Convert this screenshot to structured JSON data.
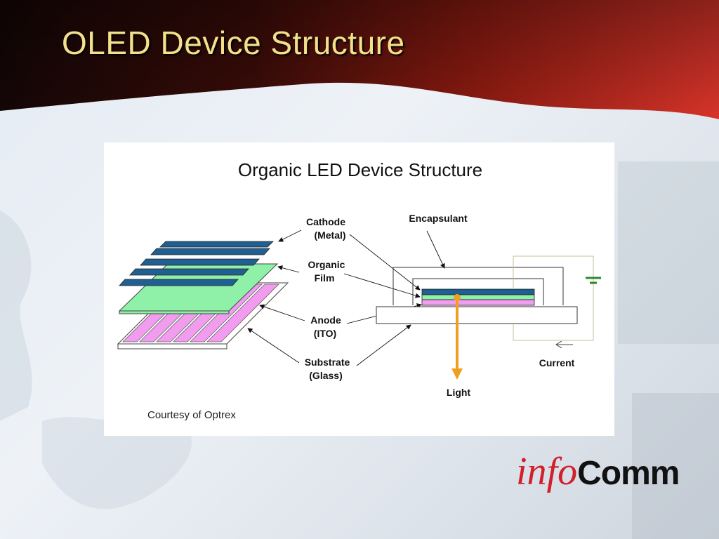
{
  "slide": {
    "title": "OLED Device Structure"
  },
  "figure": {
    "title": "Organic LED Device Structure",
    "labels": {
      "cathode_line1": "Cathode",
      "cathode_line2": "(Metal)",
      "organic_line1": "Organic",
      "organic_line2": "Film",
      "anode_line1": "Anode",
      "anode_line2": "(ITO)",
      "substrate_line1": "Substrate",
      "substrate_line2": "(Glass)",
      "encapsulant": "Encapsulant",
      "current": "Current",
      "light": "Light"
    },
    "courtesy": "Courtesy of Optrex"
  },
  "logo": {
    "info": "info",
    "comm": "Comm"
  },
  "colors": {
    "cathode": "#1f5f91",
    "organic": "#8ff0a8",
    "anode": "#f29cf0",
    "light_arrow": "#f0a020",
    "battery": "#2a8a2a",
    "title": "#f3e08a",
    "logo_red": "#d0202a"
  }
}
